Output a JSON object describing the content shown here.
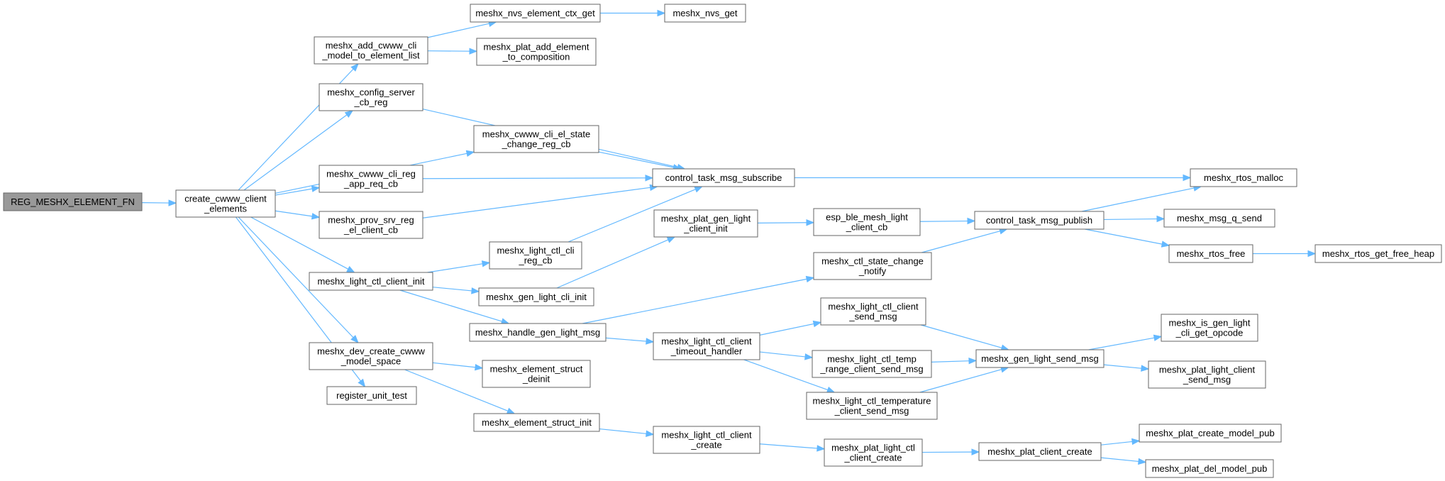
{
  "colors": {
    "edge": "#63b8ff",
    "root_fill": "#999999",
    "node_border": "#666666"
  },
  "nodes": [
    {
      "id": "reg",
      "lines": [
        "REG_MESHX_ELEMENT_FN"
      ],
      "root": true
    },
    {
      "id": "create",
      "lines": [
        "create_cwww_client",
        "_elements"
      ]
    },
    {
      "id": "add",
      "lines": [
        "meshx_add_cwww_cli",
        "_model_to_element_list"
      ]
    },
    {
      "id": "nvsctx",
      "lines": [
        "meshx_nvs_element_ctx_get"
      ]
    },
    {
      "id": "nvsget",
      "lines": [
        "meshx_nvs_get"
      ]
    },
    {
      "id": "platadd",
      "lines": [
        "meshx_plat_add_element",
        "_to_composition"
      ]
    },
    {
      "id": "cfgsrv",
      "lines": [
        "meshx_config_server",
        "_cb_reg"
      ]
    },
    {
      "id": "elstate",
      "lines": [
        "meshx_cwww_cli_el_state",
        "_change_reg_cb"
      ]
    },
    {
      "id": "subscribe",
      "lines": [
        "control_task_msg_subscribe"
      ]
    },
    {
      "id": "malloc",
      "lines": [
        "meshx_rtos_malloc"
      ]
    },
    {
      "id": "cliregapp",
      "lines": [
        "meshx_cwww_cli_reg",
        "_app_req_cb"
      ]
    },
    {
      "id": "provsrv",
      "lines": [
        "meshx_prov_srv_reg",
        "_el_client_cb"
      ]
    },
    {
      "id": "platgenlight",
      "lines": [
        "meshx_plat_gen_light",
        "_client_init"
      ]
    },
    {
      "id": "espble",
      "lines": [
        "esp_ble_mesh_light",
        "_client_cb"
      ]
    },
    {
      "id": "publish",
      "lines": [
        "control_task_msg_publish"
      ]
    },
    {
      "id": "qsend",
      "lines": [
        "meshx_msg_q_send"
      ]
    },
    {
      "id": "rtosfree",
      "lines": [
        "meshx_rtos_free"
      ]
    },
    {
      "id": "freeheap",
      "lines": [
        "meshx_rtos_get_free_heap"
      ]
    },
    {
      "id": "ctlclireg",
      "lines": [
        "meshx_light_ctl_cli",
        "_reg_cb"
      ]
    },
    {
      "id": "ctlclientinit",
      "lines": [
        "meshx_light_ctl_client_init"
      ]
    },
    {
      "id": "statechange",
      "lines": [
        "meshx_ctl_state_change",
        "_notify"
      ]
    },
    {
      "id": "genlightcliinit",
      "lines": [
        "meshx_gen_light_cli_init"
      ]
    },
    {
      "id": "handlegen",
      "lines": [
        "meshx_handle_gen_light_msg"
      ]
    },
    {
      "id": "ctlsendmsg",
      "lines": [
        "meshx_light_ctl_client",
        "_send_msg"
      ]
    },
    {
      "id": "timeout",
      "lines": [
        "meshx_light_ctl_client",
        "_timeout_handler"
      ]
    },
    {
      "id": "tempRange",
      "lines": [
        "meshx_light_ctl_temp",
        "_range_client_send_msg"
      ]
    },
    {
      "id": "gensend",
      "lines": [
        "meshx_gen_light_send_msg"
      ]
    },
    {
      "id": "isgen",
      "lines": [
        "meshx_is_gen_light",
        "_cli_get_opcode"
      ]
    },
    {
      "id": "platlightsend",
      "lines": [
        "meshx_plat_light_client",
        "_send_msg"
      ]
    },
    {
      "id": "devcreate",
      "lines": [
        "meshx_dev_create_cwww",
        "_model_space"
      ]
    },
    {
      "id": "structdeinit",
      "lines": [
        "meshx_element_struct",
        "_deinit"
      ]
    },
    {
      "id": "ctltemp",
      "lines": [
        "meshx_light_ctl_temperature",
        "_client_send_msg"
      ]
    },
    {
      "id": "regunit",
      "lines": [
        "register_unit_test"
      ]
    },
    {
      "id": "structinit",
      "lines": [
        "meshx_element_struct_init"
      ]
    },
    {
      "id": "ctlcreate",
      "lines": [
        "meshx_light_ctl_client",
        "_create"
      ]
    },
    {
      "id": "platctlcreate",
      "lines": [
        "meshx_plat_light_ctl",
        "_client_create"
      ]
    },
    {
      "id": "platclientcreate",
      "lines": [
        "meshx_plat_client_create"
      ]
    },
    {
      "id": "createpub",
      "lines": [
        "meshx_plat_create_model_pub"
      ]
    },
    {
      "id": "delpub",
      "lines": [
        "meshx_plat_del_model_pub"
      ]
    }
  ]
}
